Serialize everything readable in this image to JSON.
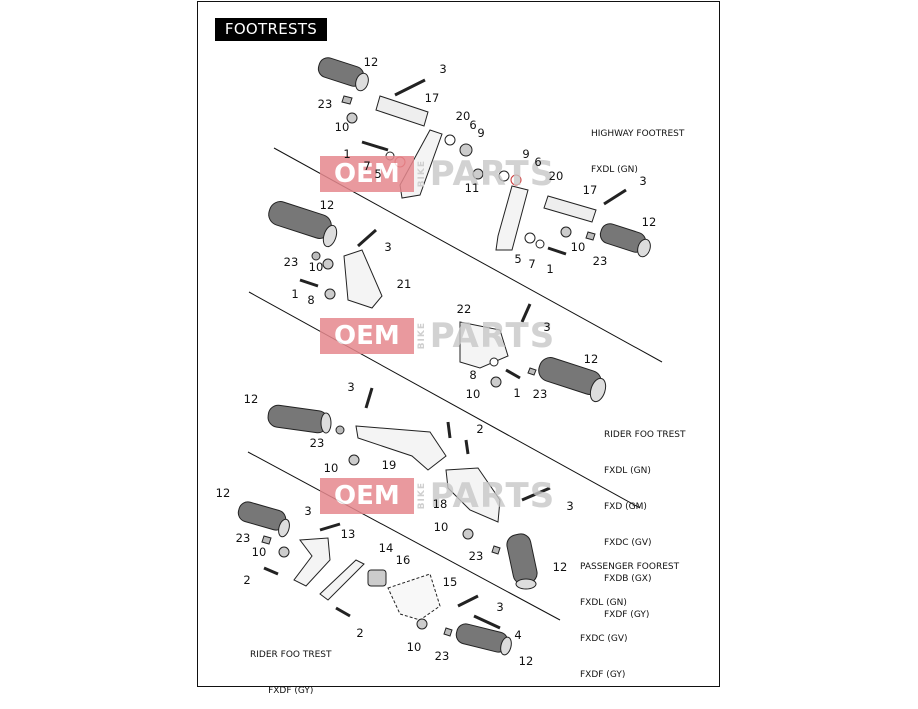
{
  "title": "FOOTRESTS",
  "sections": {
    "highway": [
      "HIGHWAY FOOTREST",
      "FXDL (GN)"
    ],
    "rider": [
      "RIDER FOO TREST",
      "FXDL (GN)",
      "FXD (GM)",
      "FXDC (GV)",
      "FXDB (GX)",
      "FXDF (GY)"
    ],
    "passenger": [
      "PASSENGER FOOREST",
      "FXDL (GN)",
      "FXDC (GV)",
      "FXDF (GY)"
    ],
    "rider_fxdf": [
      "RIDER FOO TREST",
      "FXDF (GY)"
    ]
  },
  "watermark": {
    "oem": "OEM",
    "bike": "BIKE",
    "parts": "PARTS"
  },
  "callouts": [
    {
      "n": "12"
    },
    {
      "n": "3"
    },
    {
      "n": "23"
    },
    {
      "n": "17"
    },
    {
      "n": "10"
    },
    {
      "n": "20"
    },
    {
      "n": "6"
    },
    {
      "n": "9"
    },
    {
      "n": "1"
    },
    {
      "n": "7"
    },
    {
      "n": "5"
    },
    {
      "n": "11"
    },
    {
      "n": "9"
    },
    {
      "n": "6"
    },
    {
      "n": "20"
    },
    {
      "n": "3"
    },
    {
      "n": "17"
    },
    {
      "n": "12"
    },
    {
      "n": "10"
    },
    {
      "n": "5"
    },
    {
      "n": "7"
    },
    {
      "n": "1"
    },
    {
      "n": "23"
    },
    {
      "n": "12"
    },
    {
      "n": "3"
    },
    {
      "n": "23"
    },
    {
      "n": "10"
    },
    {
      "n": "21"
    },
    {
      "n": "1"
    },
    {
      "n": "8"
    },
    {
      "n": "22"
    },
    {
      "n": "3"
    },
    {
      "n": "12"
    },
    {
      "n": "8"
    },
    {
      "n": "10"
    },
    {
      "n": "1"
    },
    {
      "n": "23"
    },
    {
      "n": "3"
    },
    {
      "n": "12"
    },
    {
      "n": "2"
    },
    {
      "n": "23"
    },
    {
      "n": "10"
    },
    {
      "n": "19"
    },
    {
      "n": "18"
    },
    {
      "n": "3"
    },
    {
      "n": "10"
    },
    {
      "n": "23"
    },
    {
      "n": "12"
    },
    {
      "n": "12"
    },
    {
      "n": "3"
    },
    {
      "n": "13"
    },
    {
      "n": "23"
    },
    {
      "n": "10"
    },
    {
      "n": "14"
    },
    {
      "n": "16"
    },
    {
      "n": "2"
    },
    {
      "n": "15"
    },
    {
      "n": "3"
    },
    {
      "n": "2"
    },
    {
      "n": "4"
    },
    {
      "n": "10"
    },
    {
      "n": "23"
    },
    {
      "n": "12"
    }
  ]
}
